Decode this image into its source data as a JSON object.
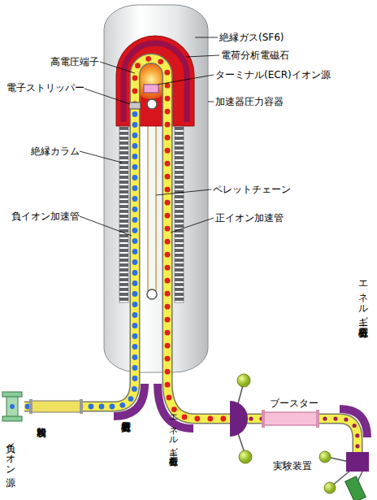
{
  "diagram": {
    "labels": [
      "絶縁ガス(SF6)",
      "高電圧端子",
      "電荷分析電磁石",
      "ターミナル(ECR)イオン源",
      "電子ストリッパー",
      "加速器圧力容器",
      "絶縁カラム",
      "ペレットチェーン",
      "負イオン加速管",
      "正イオン加速管",
      "ブースター",
      "実験装置",
      "エネルギー分析電磁石",
      "負イオン源",
      "初段加速管",
      "質量分析電磁石",
      "エネルギー分析電磁石"
    ]
  }
}
